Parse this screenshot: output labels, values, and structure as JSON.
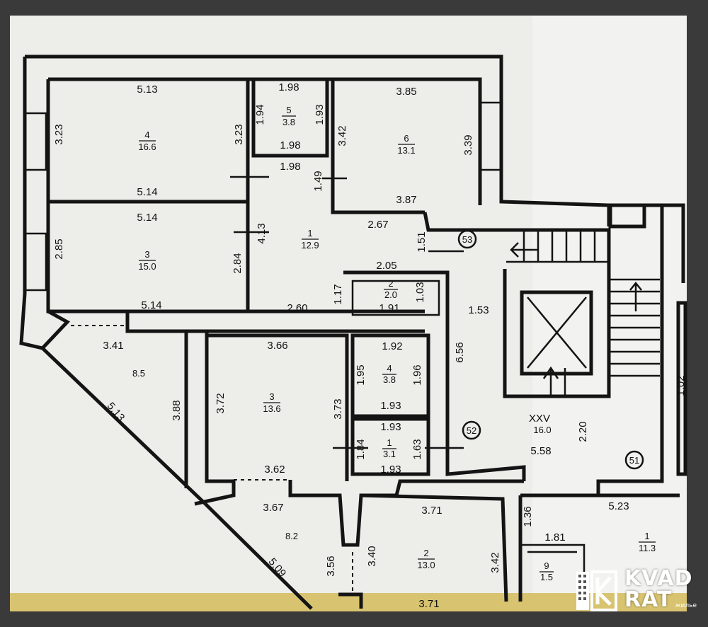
{
  "plan": {
    "apt_top": {
      "rooms": [
        {
          "id": "r4",
          "num": "4",
          "area": "16.6"
        },
        {
          "id": "r5",
          "num": "5",
          "area": "3.8"
        },
        {
          "id": "r6",
          "num": "6",
          "area": "13.1"
        },
        {
          "id": "r3",
          "num": "3",
          "area": "15.0"
        },
        {
          "id": "r1",
          "num": "1",
          "area": "12.9"
        },
        {
          "id": "r2",
          "num": "2",
          "area": "2.0"
        }
      ],
      "dims": [
        "5.13",
        "1.98",
        "3.85",
        "3.23",
        "1.94",
        "1.93",
        "3.23",
        "3.42",
        "3.39",
        "1.98",
        "1.98",
        "1.49",
        "5.14",
        "3.87",
        "5.14",
        "2.67",
        "1.51",
        "2.85",
        "4.13",
        "2.84",
        "2.05",
        "1.17",
        "1.03",
        "5.14",
        "2.60",
        "1.91"
      ]
    },
    "apt_middle": {
      "rooms": [
        {
          "id": "m8",
          "num": "",
          "area": "8.5"
        },
        {
          "id": "m3",
          "num": "3",
          "area": "13.6"
        },
        {
          "id": "m4",
          "num": "4",
          "area": "3.8"
        },
        {
          "id": "m1",
          "num": "1",
          "area": "3.1"
        }
      ],
      "dims": [
        "3.41",
        "3.66",
        "1.92",
        "5.13",
        "3.88",
        "3.72",
        "1.95",
        "1.96",
        "3.73",
        "1.93",
        "1.93",
        "1.84",
        "1.63",
        "3.62",
        "1.93"
      ]
    },
    "stair": {
      "dims": [
        "1.53",
        "6.56",
        "2.20",
        "5.58",
        "5.23",
        "XXV"
      ],
      "marks": [
        "53",
        "52",
        "51"
      ],
      "hall_area": "16.0"
    },
    "apt_bottom": {
      "rooms": [
        {
          "id": "b8",
          "num": "",
          "area": "8.2"
        },
        {
          "id": "b2",
          "num": "2",
          "area": "13.0"
        },
        {
          "id": "b1",
          "num": "1",
          "area": "11.3"
        },
        {
          "id": "b9",
          "num": "9",
          "area": "1.5"
        }
      ],
      "dims": [
        "3.67",
        "3.71",
        "1.36",
        "1.81",
        "5.09",
        "3.56",
        "3.40",
        "3.42",
        "3.71"
      ]
    },
    "right_edge_dim": "1.02"
  },
  "watermark": {
    "line1": "KVAD",
    "line2": "RAT",
    "small": "жилье"
  }
}
